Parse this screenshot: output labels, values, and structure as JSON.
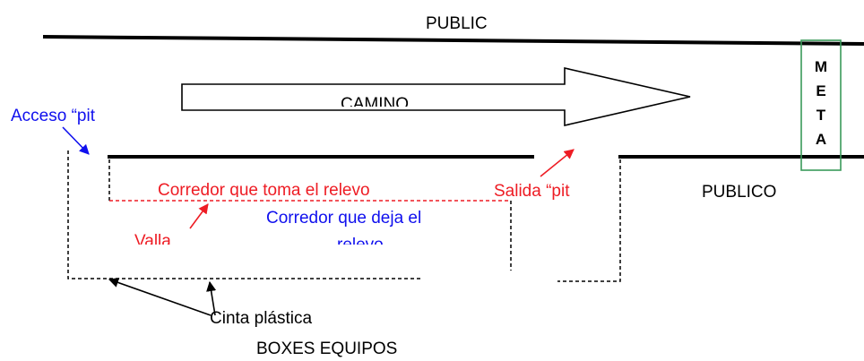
{
  "labels": {
    "public_top": "PUBLIC",
    "camino": "CAMINO",
    "acceso_pit": "Acceso “pit",
    "corredor_toma": "Corredor  que toma el relevo",
    "salida_pit": "Salida “pit",
    "publico": "PUBLICO",
    "corredor_deja_line1": "Corredor que deja el",
    "corredor_deja_line2": "relevo",
    "valla": "Valla",
    "cinta_plastica": "Cinta plástica",
    "boxes_equipos": "BOXES EQUIPOS"
  },
  "meta_letters": [
    "M",
    "E",
    "T",
    "A"
  ],
  "colors": {
    "text": "#000000",
    "blue": "#1010ee",
    "red": "#ee1c24",
    "green_box": "#3a9a5a",
    "line": "#000000"
  }
}
